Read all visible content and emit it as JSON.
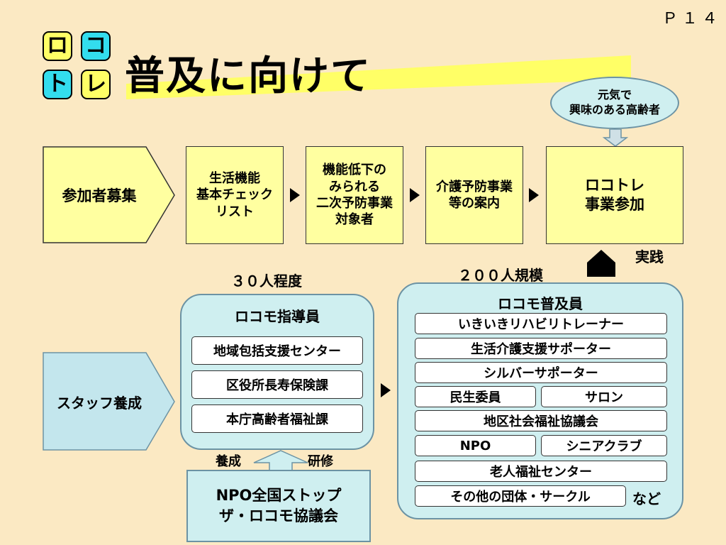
{
  "page_number": "Ｐ１４",
  "logo": {
    "chars": [
      "ロ",
      "コ",
      "ト",
      "レ"
    ]
  },
  "title": "普及に向けて",
  "bubble": {
    "line1": "元気で",
    "line2": "興味のある高齢者"
  },
  "flow": {
    "recruit": "参加者募集",
    "step1": [
      "生活機能",
      "基本チェック",
      "リスト"
    ],
    "step2": [
      "機能低下の",
      "みられる",
      "二次予防事業",
      "対象者"
    ],
    "step3": [
      "介護予防事業",
      "等の案内"
    ],
    "step4": [
      "ロコトレ",
      "事業参加"
    ]
  },
  "practice_label": "実践",
  "count_left": "３０人程度",
  "count_right": "２００人規模",
  "staff": "スタッフ養成",
  "instructors": {
    "title": "ロコモ指導員",
    "items": [
      "地域包括支援センター",
      "区役所長寿保険課",
      "本庁高齢者福祉課"
    ]
  },
  "training": {
    "left": "養成",
    "right": "研修"
  },
  "npo_org": {
    "line1": "NPO全国ストップ",
    "line2": "ザ・ロコモ協議会"
  },
  "promoters": {
    "title": "ロコモ普及員",
    "row1": "いきいきリハビリトレーナー",
    "row2": "生活介護支援サポーター",
    "row3": "シルバーサポーター",
    "row4a": "民生委員",
    "row4b": "サロン",
    "row5": "地区社会福祉協議会",
    "row6a": "NPO",
    "row6b": "シニアクラブ",
    "row7": "老人福祉センター",
    "row8": "その他の団体・サークル",
    "etc": "など"
  },
  "colors": {
    "background": "#fbe9c3",
    "yellow_box": "#ffffa0",
    "blue_panel": "#cfeff0",
    "title_band": "#ffff66"
  }
}
